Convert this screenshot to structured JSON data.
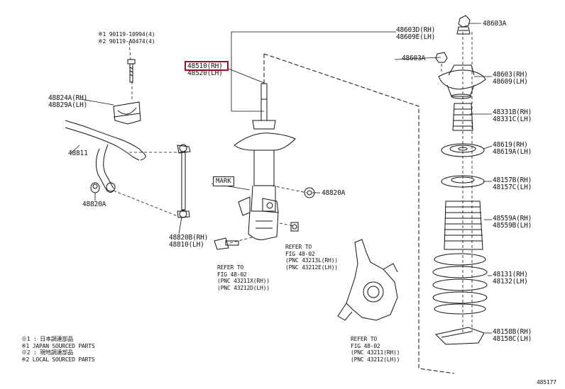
{
  "labels": {
    "note_90119_a": "※1 90119-10994(4)",
    "note_90119_b": "※2 90119-A0474(4)",
    "p48510_rh": "48510(RH)",
    "p48520_lh": "48520(LH)",
    "p48603d": "48603D(RH)",
    "p48609e": "48609E(LH)",
    "p48603a_top": "48603A",
    "p48603a_mid": "48603A",
    "p48603_rh": "48603(RH)",
    "p48609_lh": "48609(LH)",
    "p48331b": "48331B(RH)",
    "p48331c": "48331C(LH)",
    "p48619_rh": "48619(RH)",
    "p48619a_lh": "48619A(LH)",
    "p48157b": "48157B(RH)",
    "p48157c": "48157C(LH)",
    "p48559a": "48559A(RH)",
    "p48559b": "48559B(LH)",
    "p48131": "48131(RH)",
    "p48132": "48132(LH)",
    "p48158b": "48158B(RH)",
    "p48158c": "48158C(LH)",
    "p48824a": "48824A(RH)",
    "p48829a": "48829A(LH)",
    "p48811": "48811",
    "p48820a_left": "48820A",
    "p48820a_right": "48820A",
    "p48820b": "48820B(RH)",
    "p48810": "48810(LH)",
    "mark": "MARK",
    "refer1_a": "REFER TO",
    "refer1_b": "FIG 48-02",
    "refer1_c": "(PNC 43211X(RH))",
    "refer1_d": "(PNC 43212D(LH))",
    "refer2_a": "REFER TO",
    "refer2_b": "FIG 48-02",
    "refer2_c": "(PNC 43213L(RH))",
    "refer2_d": "(PNC 43212E(LH))",
    "refer3_a": "REFER TO",
    "refer3_b": "FIG 48-02",
    "refer3_c": "(PNC 43211(RH))",
    "refer3_d": "(PNC 43212(LH))",
    "legend_1": "※1 : 日本調達部品",
    "legend_2": "※1 JAPAN SOURCED PARTS",
    "legend_3": "※2 : 現地調達部品",
    "legend_4": "※2 LOCAL SOURCED PARTS",
    "fig_code": "485177"
  },
  "colors": {
    "ink": "#111111",
    "highlight": "#b0002a"
  }
}
